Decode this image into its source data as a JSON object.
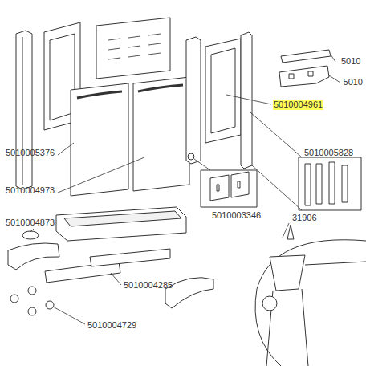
{
  "diagram": {
    "labels": [
      "5010",
      "5010",
      "5010004961",
      "5010005376",
      "5010005828",
      "5010004973",
      "5010003346",
      "31906",
      "5010004873",
      "5010004285",
      "5010004729"
    ]
  }
}
